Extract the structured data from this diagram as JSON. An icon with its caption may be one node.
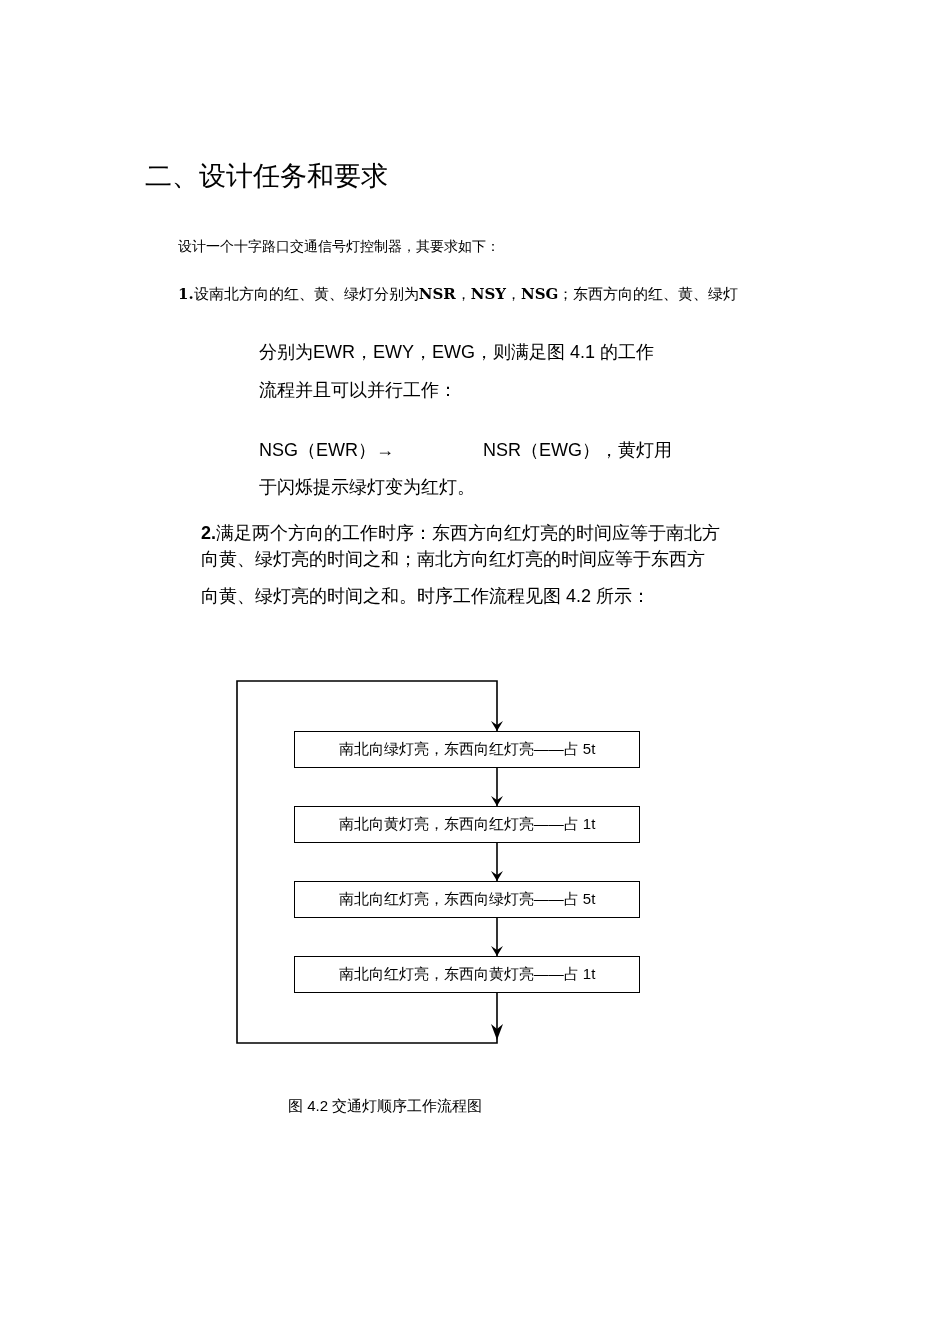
{
  "diagram": {
    "title": "二、设计任务和要求",
    "caption": "图 4.2 交通灯顺序工作流程图",
    "nodes": [
      {
        "text": [
          "南北向绿灯亮，东西向红灯亮——占 5t"
        ]
      },
      {
        "text": [
          "南北向黄灯亮，东西向红灯亮——占 1t"
        ]
      },
      {
        "text": [
          "南北向红灯亮，东西向绿灯亮——占 5t"
        ]
      },
      {
        "text": [
          "南北向红灯亮，东西向黄灯亮——占 1t"
        ]
      }
    ],
    "edges": [
      {
        "from": 0,
        "to": 1,
        "arrow": "to"
      },
      {
        "from": 1,
        "to": 2,
        "arrow": "to"
      },
      {
        "from": 2,
        "to": 3,
        "arrow": "to"
      },
      {
        "from": 3,
        "to": 0,
        "arrow": "to"
      }
    ],
    "labels": [
      "设计一个十字路口交通信号灯控制器，其要求如下：",
      "**1.**设南北方向的红、黄、绿灯分别为**NSR**，**NSY**，**NSG**；东西方向的红、黄、绿灯",
      "分别为EWR，EWY，EWG，则满足图 4.1 的工作",
      "流程并且可以并行工作：",
      "NSG（EWR）→",
      "NSR（EWG），黄灯用",
      "于闪烁提示绿灯变为红灯。",
      "**2.**满足两个方向的工作时序：东西方向红灯亮的时间应等于南北方",
      "向黄、绿灯亮的时间之和；南北方向红灯亮的时间应等于东西方",
      "向黄、绿灯亮的时间之和。时序工作流程见图 4.2 所示："
    ]
  }
}
